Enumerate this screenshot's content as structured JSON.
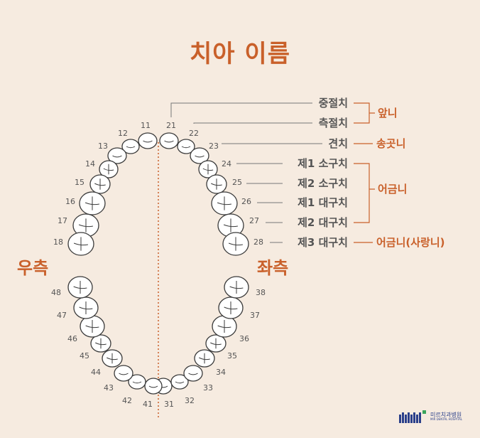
{
  "title": "치아 이름",
  "sides": {
    "right": "우측",
    "left": "좌측"
  },
  "teeth_upper_right": [
    "11",
    "12",
    "13",
    "14",
    "15",
    "16",
    "17",
    "18"
  ],
  "teeth_upper_left": [
    "21",
    "22",
    "23",
    "24",
    "25",
    "26",
    "27",
    "28"
  ],
  "teeth_lower_right": [
    "41",
    "42",
    "43",
    "44",
    "45",
    "46",
    "47",
    "48"
  ],
  "teeth_lower_left": [
    "31",
    "32",
    "33",
    "34",
    "35",
    "36",
    "37",
    "38"
  ],
  "tooth_names": [
    "중절치",
    "측절치",
    "견치",
    "제1 소구치",
    "제2 소구치",
    "제1 대구치",
    "제2 대구치",
    "제3 대구치"
  ],
  "groups": [
    "앞니",
    "송곳니",
    "어금니",
    "어금니(사랑니)"
  ],
  "logo": {
    "name": "미르치과병원",
    "sub": "MIR DENTAL HOSPITAL"
  },
  "colors": {
    "accent": "#c9602a",
    "line": "#555555",
    "text": "#555555",
    "background": "#f6ebe0",
    "tooth_fill": "#ffffff",
    "tooth_stroke": "#3a3a3a",
    "midline": "#c9602a"
  }
}
